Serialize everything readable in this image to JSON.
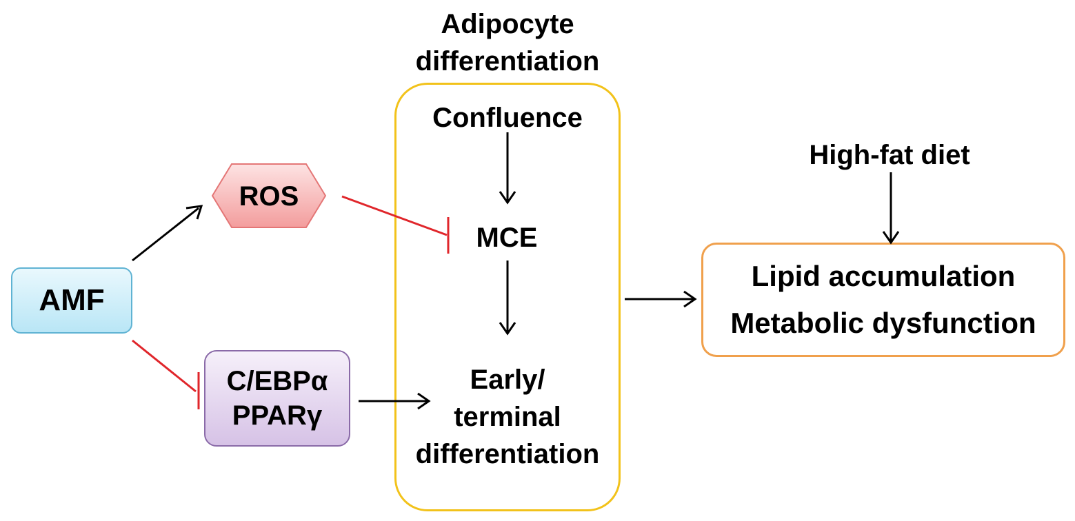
{
  "diagram": {
    "container_title_line1": "Adipocyte",
    "container_title_line2": "differentiation",
    "nodes": {
      "amf": "AMF",
      "ros": "ROS",
      "cebp_line1": "C/EBPα",
      "cebp_line2": "PPARγ",
      "confluence": "Confluence",
      "mce": "MCE",
      "early_line1": "Early/",
      "early_line2": "terminal",
      "early_line3": "differentiation",
      "high_fat_diet": "High-fat diet",
      "lipid_accumulation": "Lipid accumulation",
      "metabolic_dysfunction": "Metabolic dysfunction"
    },
    "colors": {
      "activation_arrow": "#000000",
      "inhibition_arrow": "#e0262b",
      "amf_fill": "#b9e6f6",
      "amf_border": "#5fb3d3",
      "ros_fill": "#f5a8a8",
      "ros_border": "#e47676",
      "cebp_fill": "#d6c2e6",
      "cebp_border": "#8a6aa8",
      "container_border": "#f2c21a",
      "outcome_border": "#f0a04c"
    }
  }
}
